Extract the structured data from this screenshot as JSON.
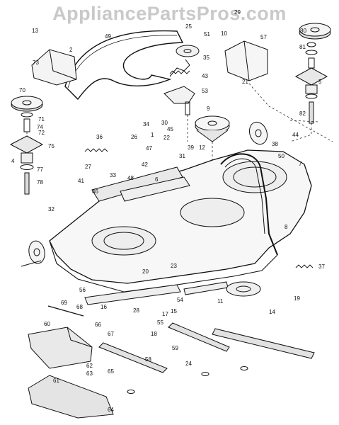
{
  "watermark": "AppliancePartsPros.com",
  "callouts": [
    "1",
    "2",
    "4",
    "5",
    "6",
    "7",
    "8",
    "9",
    "10",
    "11",
    "12",
    "13",
    "14",
    "15",
    "16",
    "17",
    "18",
    "19",
    "20",
    "21",
    "22",
    "23",
    "24",
    "25",
    "26",
    "27",
    "28",
    "29",
    "30",
    "31",
    "32",
    "33",
    "34",
    "35",
    "36",
    "37",
    "38",
    "39",
    "41",
    "42",
    "43",
    "44",
    "45",
    "46",
    "47",
    "48",
    "49",
    "50",
    "51",
    "53",
    "54",
    "55",
    "56",
    "57",
    "58",
    "59",
    "60",
    "61",
    "62",
    "63",
    "64",
    "65",
    "66",
    "67",
    "68",
    "69",
    "70",
    "71",
    "72",
    "73",
    "74",
    "75",
    "77",
    "78",
    "80",
    "81",
    "82"
  ]
}
